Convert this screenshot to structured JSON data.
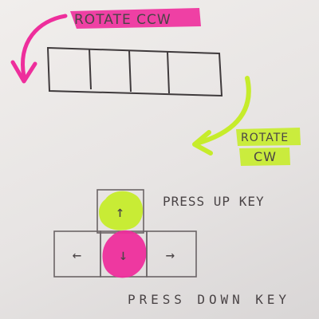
{
  "annotations": {
    "rotate_ccw": "ROTATE CCW",
    "rotate_cw_line1": "ROTATE",
    "rotate_cw_line2": "CW",
    "press_up": "PRESS UP KEY",
    "press_down": "PRESS DOWN KEY"
  },
  "keys": {
    "up": "↑",
    "down": "↓",
    "left": "←",
    "right": "→"
  },
  "colors": {
    "magenta_highlighter": "#ee2e9c",
    "yellow_green_highlighter": "#c6ec2b",
    "marker_ink": "#4a4446",
    "whiteboard": "#e8e5e4"
  }
}
